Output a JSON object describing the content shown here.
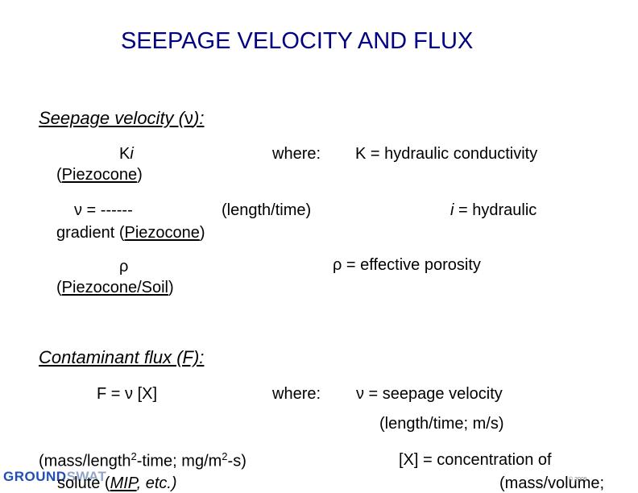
{
  "title": "SEEPAGE VELOCITY AND FLUX",
  "seepage": {
    "heading_pre": "Seepage velocity (",
    "heading_sym": "ν",
    "heading_post": "):",
    "ki_k": "K",
    "ki_i": "i",
    "piezocone_1_pre": "(",
    "piezocone_1_link": "Piezocone",
    "piezocone_1_post": ")",
    "where": "where:",
    "k_def": "K  = hydraulic conductivity",
    "nu_eq": "ν = ------",
    "length_time": "(length/time)",
    "i_sym": "i",
    "i_def": "  = hydraulic",
    "gradient_pre": "gradient (",
    "gradient_link": "Piezocone",
    "gradient_post": ")",
    "rho_sym": "ρ",
    "rho_def": "ρ  = effective porosity",
    "piezo_soil_pre": "(",
    "piezo_soil_link": "Piezocone/Soil",
    "piezo_soil_post": ")"
  },
  "flux": {
    "heading": "Contaminant flux (F):",
    "eq": "F = ν [X]",
    "where": "where:",
    "nu_def": "ν   = seepage velocity",
    "nu_units": "(length/time; m/s)",
    "flux_units_pre": "(mass/length",
    "flux_units_sup1": "2",
    "flux_units_mid": "-time; mg/m",
    "flux_units_sup2": "2",
    "flux_units_post": "-s)",
    "x_def": "[X] = concentration of",
    "solute_pre": "solute (",
    "solute_link": "MIP",
    "solute_post": ", etc.)",
    "mass_volume": "(mass/volume;"
  },
  "logo": {
    "part1": "GROUND",
    "part2": "SWAT"
  },
  "footnote": "© 2009"
}
